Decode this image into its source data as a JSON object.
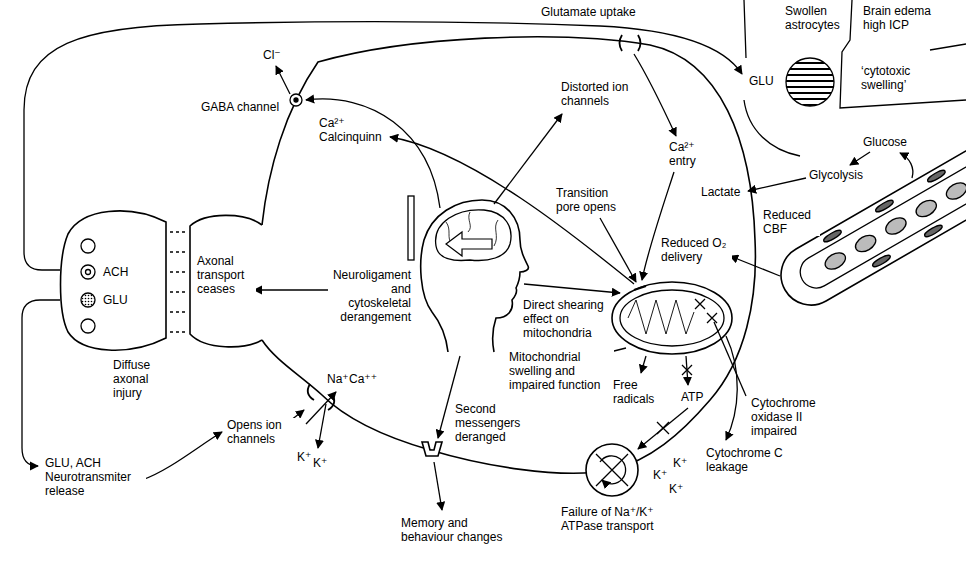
{
  "diagram": {
    "labels": [
      "Glutamate uptake",
      "Swollen astrocytes",
      "Brain edema high ICP",
      "Cl⁻",
      "GABA channel",
      "Ca²⁺",
      "Calcinquinn",
      "Distorted ion channels",
      "GLU",
      "‘cytotoxic swelling’",
      "Ca²⁺ entry",
      "Glucose",
      "Glycolysis",
      "Lactate",
      "Transition pore opens",
      "Reduced CBF",
      "Reduced O₂ delivery",
      "ACH",
      "GLU",
      "Axonal transport ceases",
      "Neuroligament and cytoskeletal derangement",
      "Direct shearing effect on mitochondria",
      "Diffuse axonal injury",
      "Mitochondrial swelling and impaired function",
      "Na⁺",
      "Ca⁺⁺",
      "Free radicals",
      "ATP",
      "Cytochrome oxidase II impaired",
      "Second messengers deranged",
      "Opens ion channels",
      "Cytochrome C leakage",
      "K⁺",
      "K⁺",
      "K⁺",
      "K⁺",
      "K⁺",
      "GLU, ACH Neurotransmiter release",
      "Failure of Na⁺/K⁺ ATPase transport",
      "Memory and behaviour changes"
    ]
  }
}
